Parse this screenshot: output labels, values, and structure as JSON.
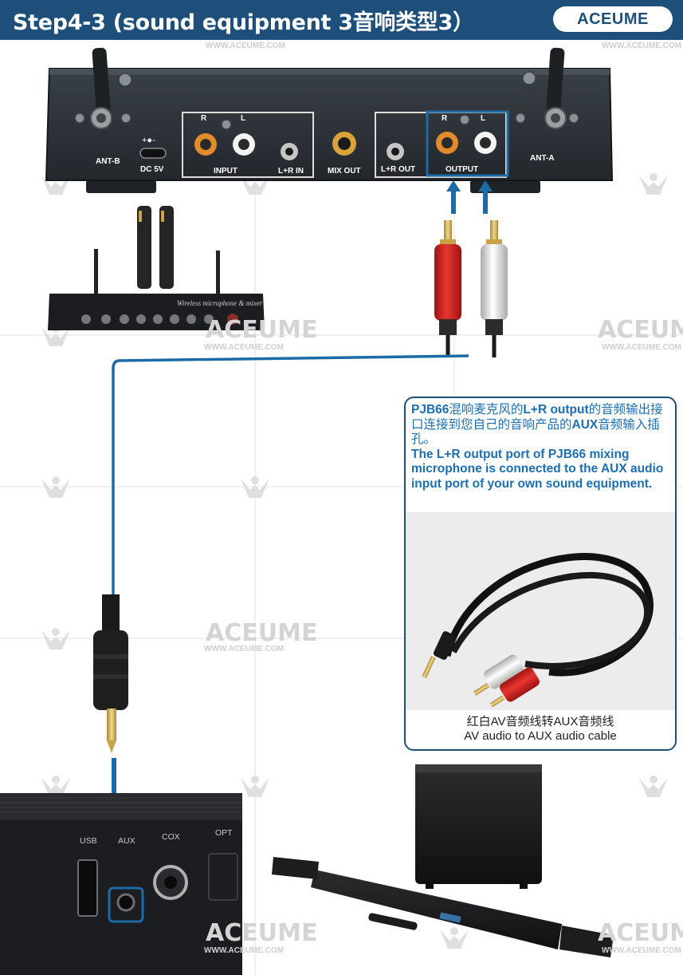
{
  "header": {
    "title": "Step4-3 (sound equipment 3音响类型3）",
    "logo": "ACEUME",
    "background": "#1d4f7a"
  },
  "device_panel": {
    "labels": {
      "ant_b": "ANT-B",
      "dc": "DC 5V",
      "r_in": "R",
      "l_in": "L",
      "input": "INPUT",
      "lr_in": "L+R IN",
      "mix_out": "MIX OUT",
      "lr_out": "L+R OUT",
      "r_out": "R",
      "l_out": "L",
      "output": "OUTPUT",
      "ant_a": "ANT-A"
    }
  },
  "mixer_label": "Wireless microphone & mixer",
  "info": {
    "cn_pre": "PJB66",
    "cn_mid1": "混响麦克风的",
    "cn_bold": "L+R output",
    "cn_mid2": "的音频输出接口连接到您自己的音响产品的",
    "cn_aux": "AUX",
    "cn_end": "音频输入插孔。",
    "en": "The L+R output port of PJB66 mixing microphone is connected to the AUX audio input port of your own sound equipment.",
    "caption_cn": "红白AV音频线转AUX音频线",
    "caption_en": "AV audio to AUX audio cable"
  },
  "soundbar_ports": {
    "usb": "USB",
    "aux": "AUX",
    "cox": "COX",
    "opt": "OPT"
  },
  "watermark": {
    "brand": "ACEUME",
    "url": "WWW.ACEUME.COM"
  },
  "colors": {
    "accent": "#1d4f7a",
    "info_text": "#1b6fb3",
    "rca_red": "#d8211d",
    "rca_white": "#e8e8e8"
  }
}
